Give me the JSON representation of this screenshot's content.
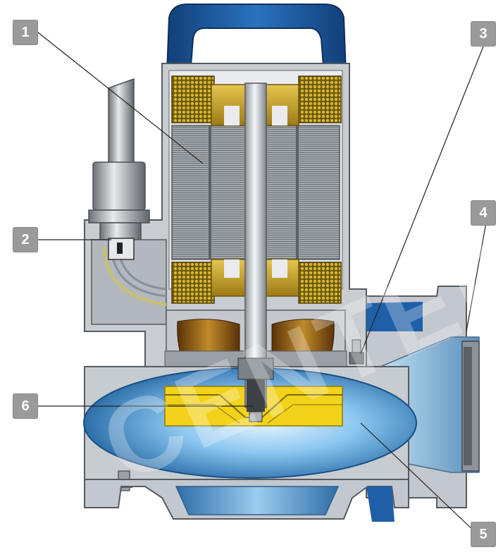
{
  "callouts": [
    {
      "id": "1",
      "label": "1"
    },
    {
      "id": "2",
      "label": "2"
    },
    {
      "id": "3",
      "label": "3"
    },
    {
      "id": "4",
      "label": "4"
    },
    {
      "id": "5",
      "label": "5"
    },
    {
      "id": "6",
      "label": "6"
    }
  ],
  "watermark": "CENTERE",
  "colors": {
    "badge": "#9a9a9a",
    "housing": "#c9cdd2",
    "housing_dark": "#a9aeb4",
    "handle_blue": "#1f5fa8",
    "volute_blue": "#3a86c8",
    "winding_gold": "#c8a020",
    "impeller_yellow": "#f2d21a",
    "impeller_bronze": "#8a5a1a"
  }
}
